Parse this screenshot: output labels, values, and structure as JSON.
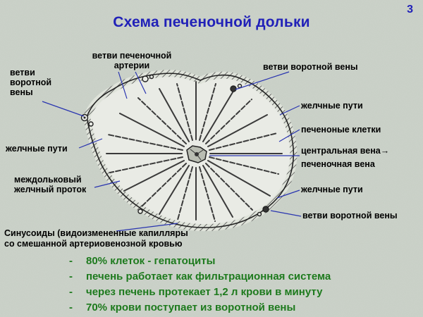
{
  "page": {
    "number": "3",
    "title": "Схема печеночной дольки"
  },
  "labels": {
    "portal_vein_left": "ветви\nворотной\nвены",
    "hepatic_artery_top": "ветви печеночной\nартерии",
    "portal_vein_top_right": "ветви воротной вены",
    "bile_ducts_right_1": "желчные пути",
    "hepatic_cells": "печеноные клетки",
    "central_vein": "центральная вена→\nпеченочная вена",
    "bile_ducts_left": "желчные пути",
    "interlobular_bile_duct": "междольковый\nжелчный проток",
    "bile_ducts_right_2": "желчные пути",
    "portal_vein_bottom_right": "ветви воротной вены",
    "sinusoids": "Синусоиды (видоизмененные капилляры\nсо смешанной артериовенозной кровью"
  },
  "facts": {
    "bullet_char": "-",
    "items": [
      "80% клеток - гепатоциты",
      "печень работает как фильтрационная система",
      "через печень протекает 1,2 л крови в минуту",
      "70% крови поступает из воротной вены"
    ]
  },
  "colors": {
    "title": "#2121b8",
    "labels": "#000000",
    "facts": "#1d7a1d",
    "callout_lines": "#2a35b0",
    "background": "#ccd3ca"
  }
}
